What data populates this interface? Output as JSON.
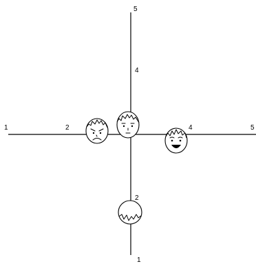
{
  "diagram": {
    "horizontal_axis": {
      "labels": [
        {
          "text": "1"
        },
        {
          "text": "2"
        },
        {
          "text": "4"
        },
        {
          "text": "5"
        }
      ]
    },
    "vertical_axis": {
      "labels": [
        {
          "text": "5"
        },
        {
          "text": "4"
        },
        {
          "text": "2"
        },
        {
          "text": "1"
        }
      ]
    },
    "faces": [
      {
        "expression": "angry"
      },
      {
        "expression": "neutral"
      },
      {
        "expression": "happy"
      },
      {
        "expression": "back-of-head"
      }
    ]
  }
}
